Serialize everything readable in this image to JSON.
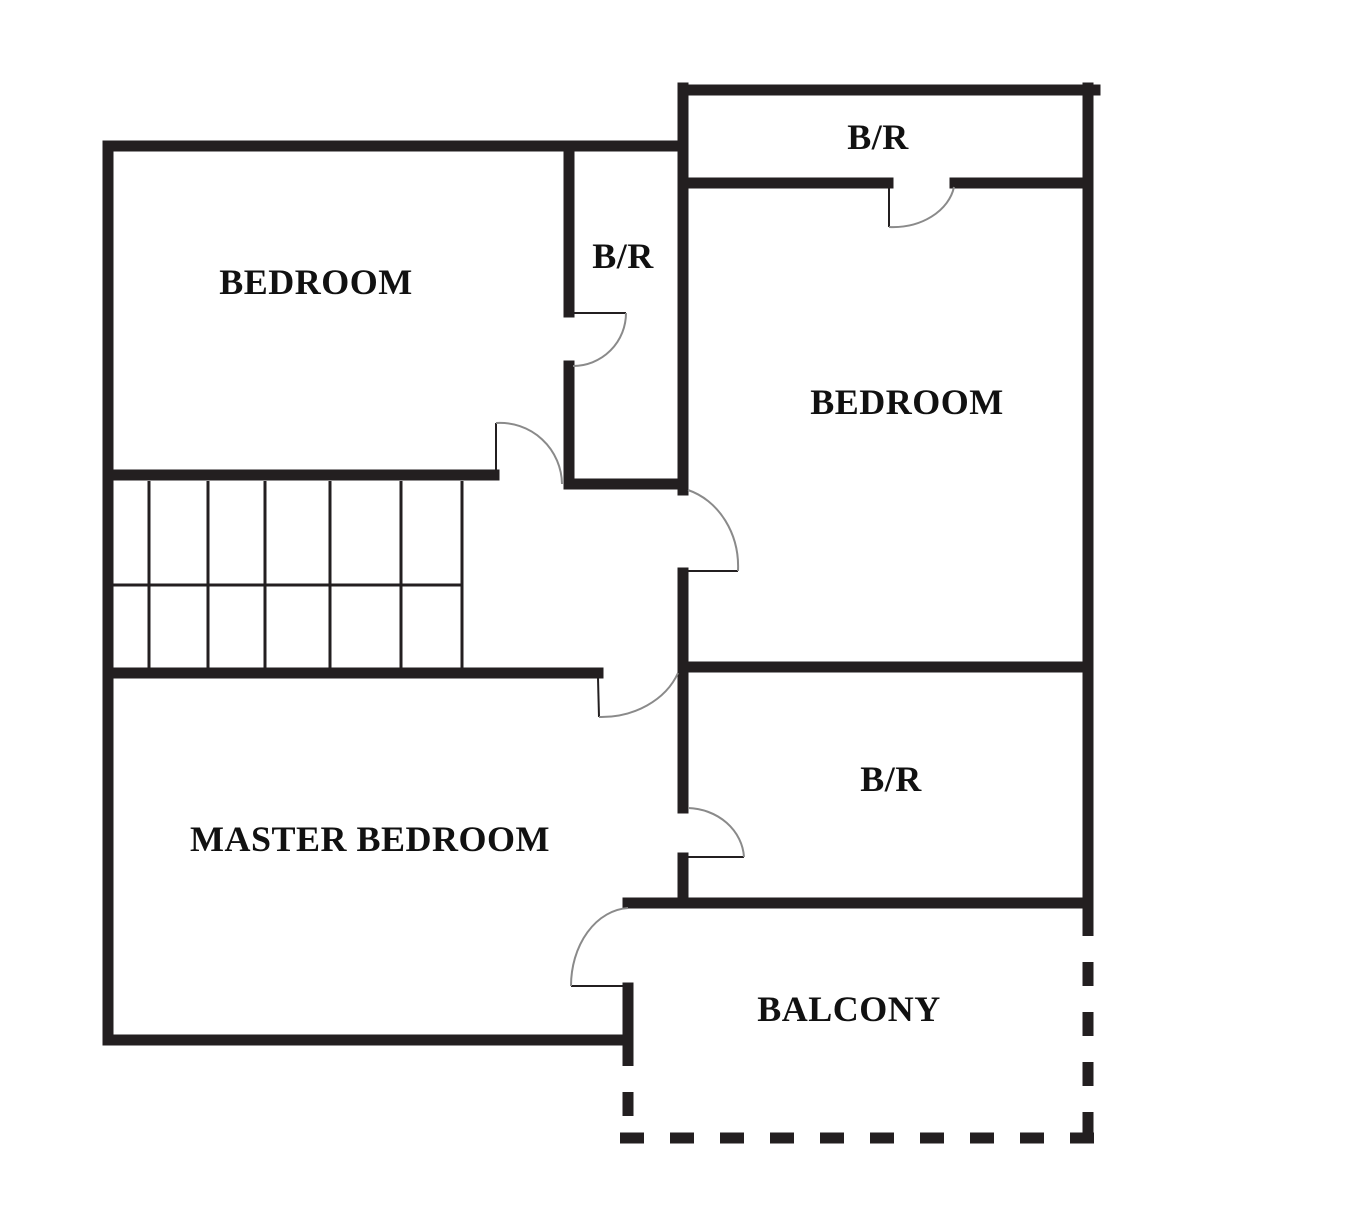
{
  "rooms": {
    "bedroom_left": "BEDROOM",
    "bathroom_middle": "B/R",
    "bathroom_top": "B/R",
    "bedroom_right": "BEDROOM",
    "bathroom_right": "B/R",
    "master_bedroom": "MASTER BEDROOM",
    "balcony": "BALCONY"
  },
  "colors": {
    "wall": "#231f20",
    "door_arc": "#8a8a8a",
    "background": "#ffffff"
  }
}
